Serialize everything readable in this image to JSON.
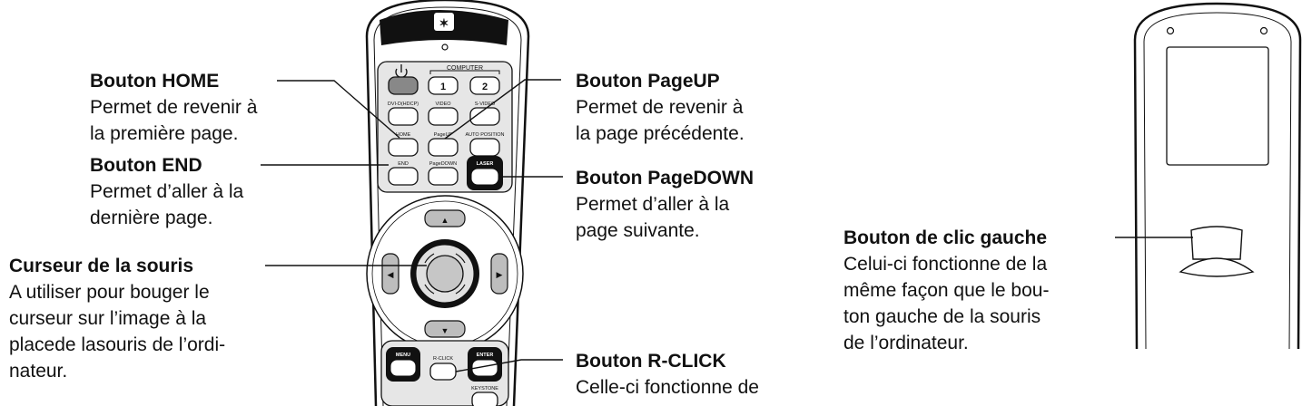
{
  "labels": {
    "home": {
      "title": "Bouton HOME",
      "desc": [
        "Permet de revenir à",
        "la première page."
      ]
    },
    "end": {
      "title": "Bouton END",
      "desc": [
        "Permet d’aller à la",
        "dernière page."
      ]
    },
    "mouse": {
      "title": "Curseur de la souris",
      "desc": [
        "A utiliser pour bouger le",
        "curseur sur l’image à la",
        "placede lasouris de l’ordi-",
        "nateur."
      ]
    },
    "pageup": {
      "title": "Bouton PageUP",
      "desc": [
        "Permet de revenir à",
        "la page précédente."
      ]
    },
    "pagedown": {
      "title": "Bouton PageDOWN",
      "desc": [
        "Permet d’aller à la",
        "page suivante."
      ]
    },
    "rclick": {
      "title": "Bouton R-CLICK",
      "desc": [
        "Celle-ci fonctionne de"
      ]
    },
    "leftclick": {
      "title": "Bouton de clic gauche",
      "desc": [
        "Celui-ci fonctionne de la",
        "même façon que le bou-",
        "ton gauche de la souris",
        "de l’ordinateur."
      ]
    }
  },
  "remote": {
    "computer": "COMPUTER",
    "btn_1": "1",
    "btn_2": "2",
    "dvi": "DVI-D(HDCP)",
    "video": "VIDEO",
    "svideo": "S-VIDEO",
    "home": "HOME",
    "pageup": "PageUP",
    "autopos": "AUTO POSITION",
    "end": "END",
    "pagedown": "PageDOWN",
    "laser": "LASER",
    "menu": "MENU",
    "rclick": "R-CLICK",
    "enter": "ENTER",
    "keystone": "KEYSTONE"
  }
}
